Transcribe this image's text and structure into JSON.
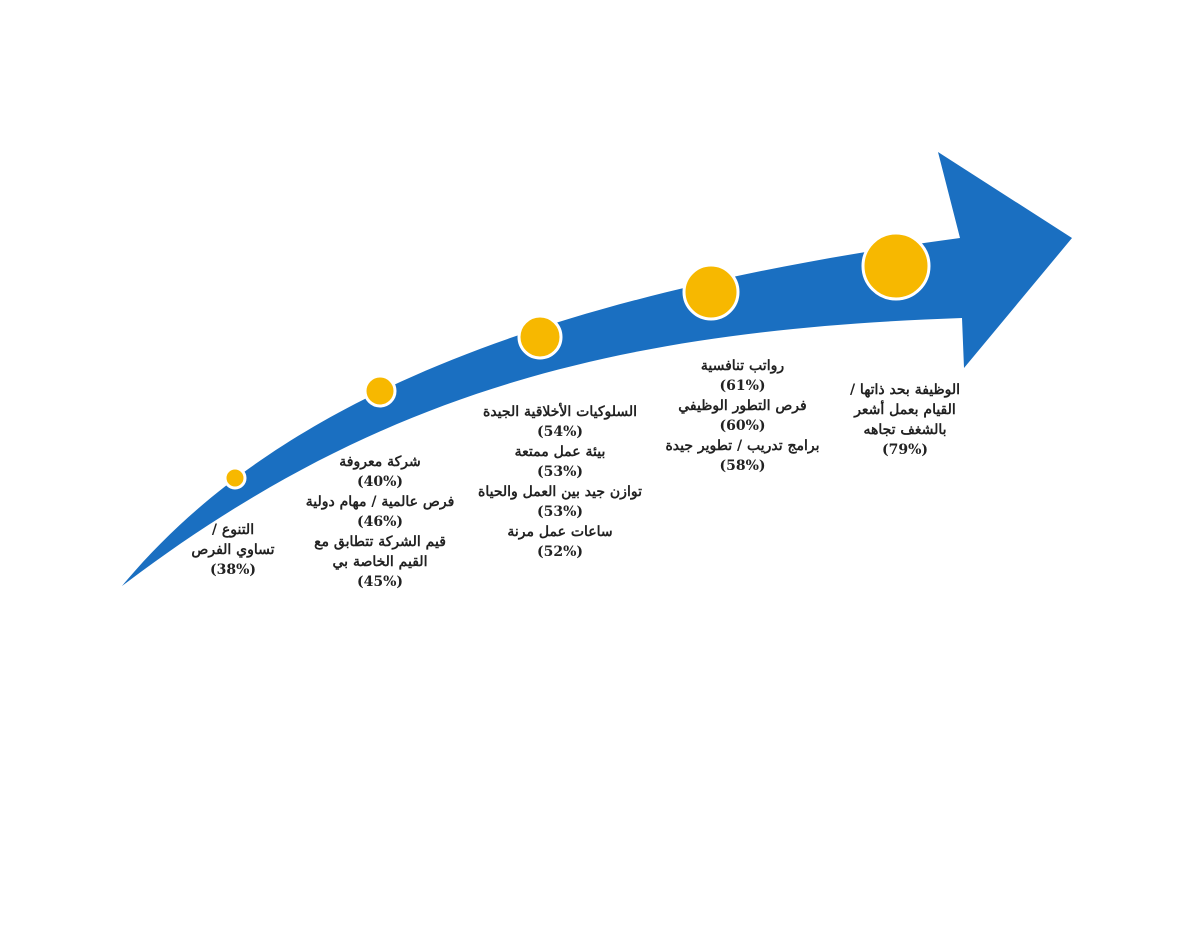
{
  "colors": {
    "arrow": "#1a6fc1",
    "dot_fill": "#f7b800",
    "dot_ring": "#ffffff",
    "text": "#222222",
    "background": "#ffffff"
  },
  "stages": [
    {
      "lines": [
        "التنوع /",
        "تساوي الفرص"
      ],
      "percent": "(38%)",
      "dot_size": "small"
    },
    {
      "items": [
        {
          "text": [
            "شركة معروفة"
          ],
          "percent": "(40%)"
        },
        {
          "text": [
            "فرص عالمية / مهام دولية"
          ],
          "percent": "(46%)"
        },
        {
          "text": [
            "قيم الشركة تتطابق مع",
            "القيم الخاصة بي"
          ],
          "percent": "(45%)"
        }
      ],
      "dot_size": "medium"
    },
    {
      "items": [
        {
          "text": [
            "السلوكيات الأخلاقية الجيدة"
          ],
          "percent": "(54%)"
        },
        {
          "text": [
            "بيئة عمل ممتعة"
          ],
          "percent": "(53%)"
        },
        {
          "text": [
            "توازن جيد بين العمل والحياة"
          ],
          "percent": "(53%)"
        },
        {
          "text": [
            "ساعات عمل مرنة"
          ],
          "percent": "(52%)"
        }
      ],
      "dot_size": "large"
    },
    {
      "items": [
        {
          "text": [
            "رواتب تنافسية"
          ],
          "percent": "(61%)"
        },
        {
          "text": [
            "فرص التطور الوظيفي"
          ],
          "percent": "(60%)"
        },
        {
          "text": [
            "برامج تدريب / تطوير جيدة"
          ],
          "percent": "(58%)"
        }
      ],
      "dot_size": "xlarge"
    },
    {
      "lines": [
        "الوظيفة بحد ذاتها /",
        "القيام بعمل أشعر",
        "بالشغف تجاهه"
      ],
      "percent": "(79%)",
      "dot_size": "xxlarge"
    }
  ]
}
